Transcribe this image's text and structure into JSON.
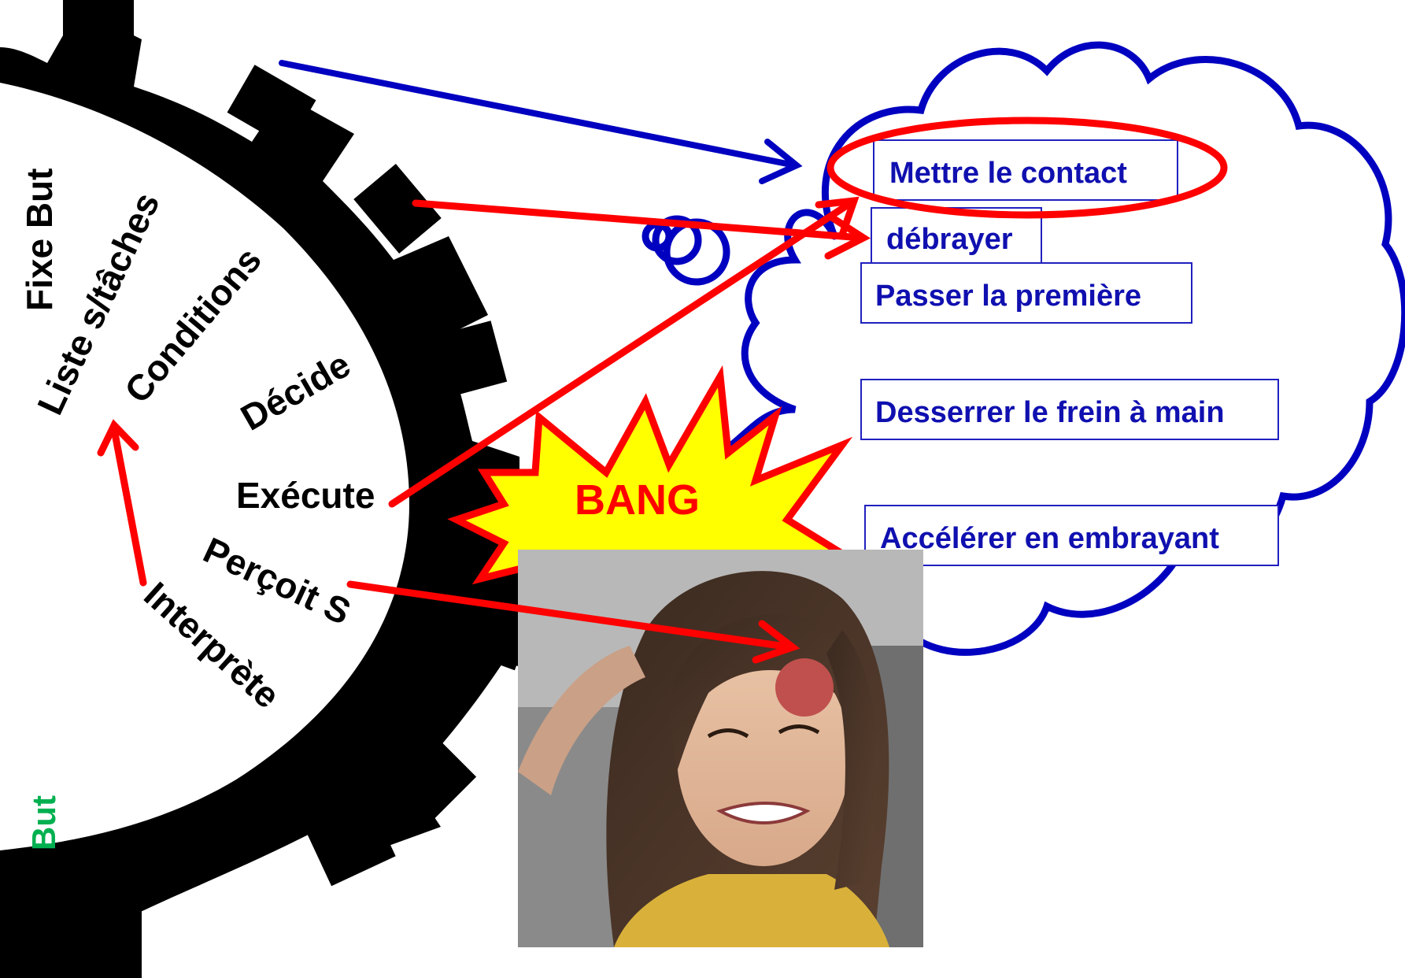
{
  "colors": {
    "gear": "#000000",
    "blue": "#0000c0",
    "red": "#ff0000",
    "yellow": "#ffff00",
    "step_text": "#1010b0",
    "goal_green": "#00b050",
    "dot": "#c0504d"
  },
  "cycle": {
    "fixe_but": "Fixe But",
    "liste": "Liste s/tâches",
    "conditions": "Conditions",
    "decide": "Décide",
    "execute": "Exécute",
    "percoit": "Perçoit S",
    "interprete": "Interprète"
  },
  "goal_label": "But",
  "steps": [
    "Mettre le contact",
    "débrayer",
    "Passer la première",
    "Desserrer le frein à main",
    "Accélérer en embrayant"
  ],
  "bang": "BANG",
  "photo": {
    "description_icon": "woman-face-photo"
  }
}
